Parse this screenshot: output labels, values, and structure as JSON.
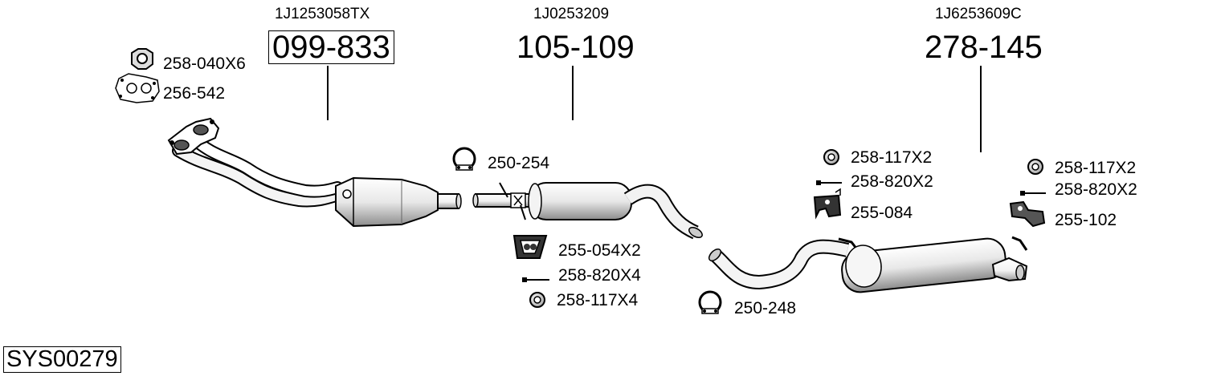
{
  "diagram_code": "SYS00279",
  "assemblies": [
    {
      "oem": "1J1253058TX",
      "part_no": "099-833",
      "boxed": true
    },
    {
      "oem": "1J0253209",
      "part_no": "105-109",
      "boxed": false
    },
    {
      "oem": "1J6253609C",
      "part_no": "278-145",
      "boxed": false
    }
  ],
  "parts": [
    {
      "label": "258-040X6",
      "icon": "nut-icon"
    },
    {
      "label": "256-542",
      "icon": "flange-gasket-icon"
    },
    {
      "label": "250-254",
      "icon": "clamp-icon"
    },
    {
      "label": "255-054X2",
      "icon": "rubber-mount-icon"
    },
    {
      "label": "258-820X4",
      "icon": "bolt-icon"
    },
    {
      "label": "258-117X4",
      "icon": "ring-icon"
    },
    {
      "label": "250-248",
      "icon": "clamp-icon"
    },
    {
      "label": "258-117X2",
      "icon": "ring-icon"
    },
    {
      "label": "258-820X2",
      "icon": "bolt-icon"
    },
    {
      "label": "255-084",
      "icon": "hanger-icon"
    },
    {
      "label": "258-117X2",
      "icon": "ring-icon"
    },
    {
      "label": "258-820X2",
      "icon": "bolt-icon"
    },
    {
      "label": "255-102",
      "icon": "bracket-icon"
    }
  ]
}
